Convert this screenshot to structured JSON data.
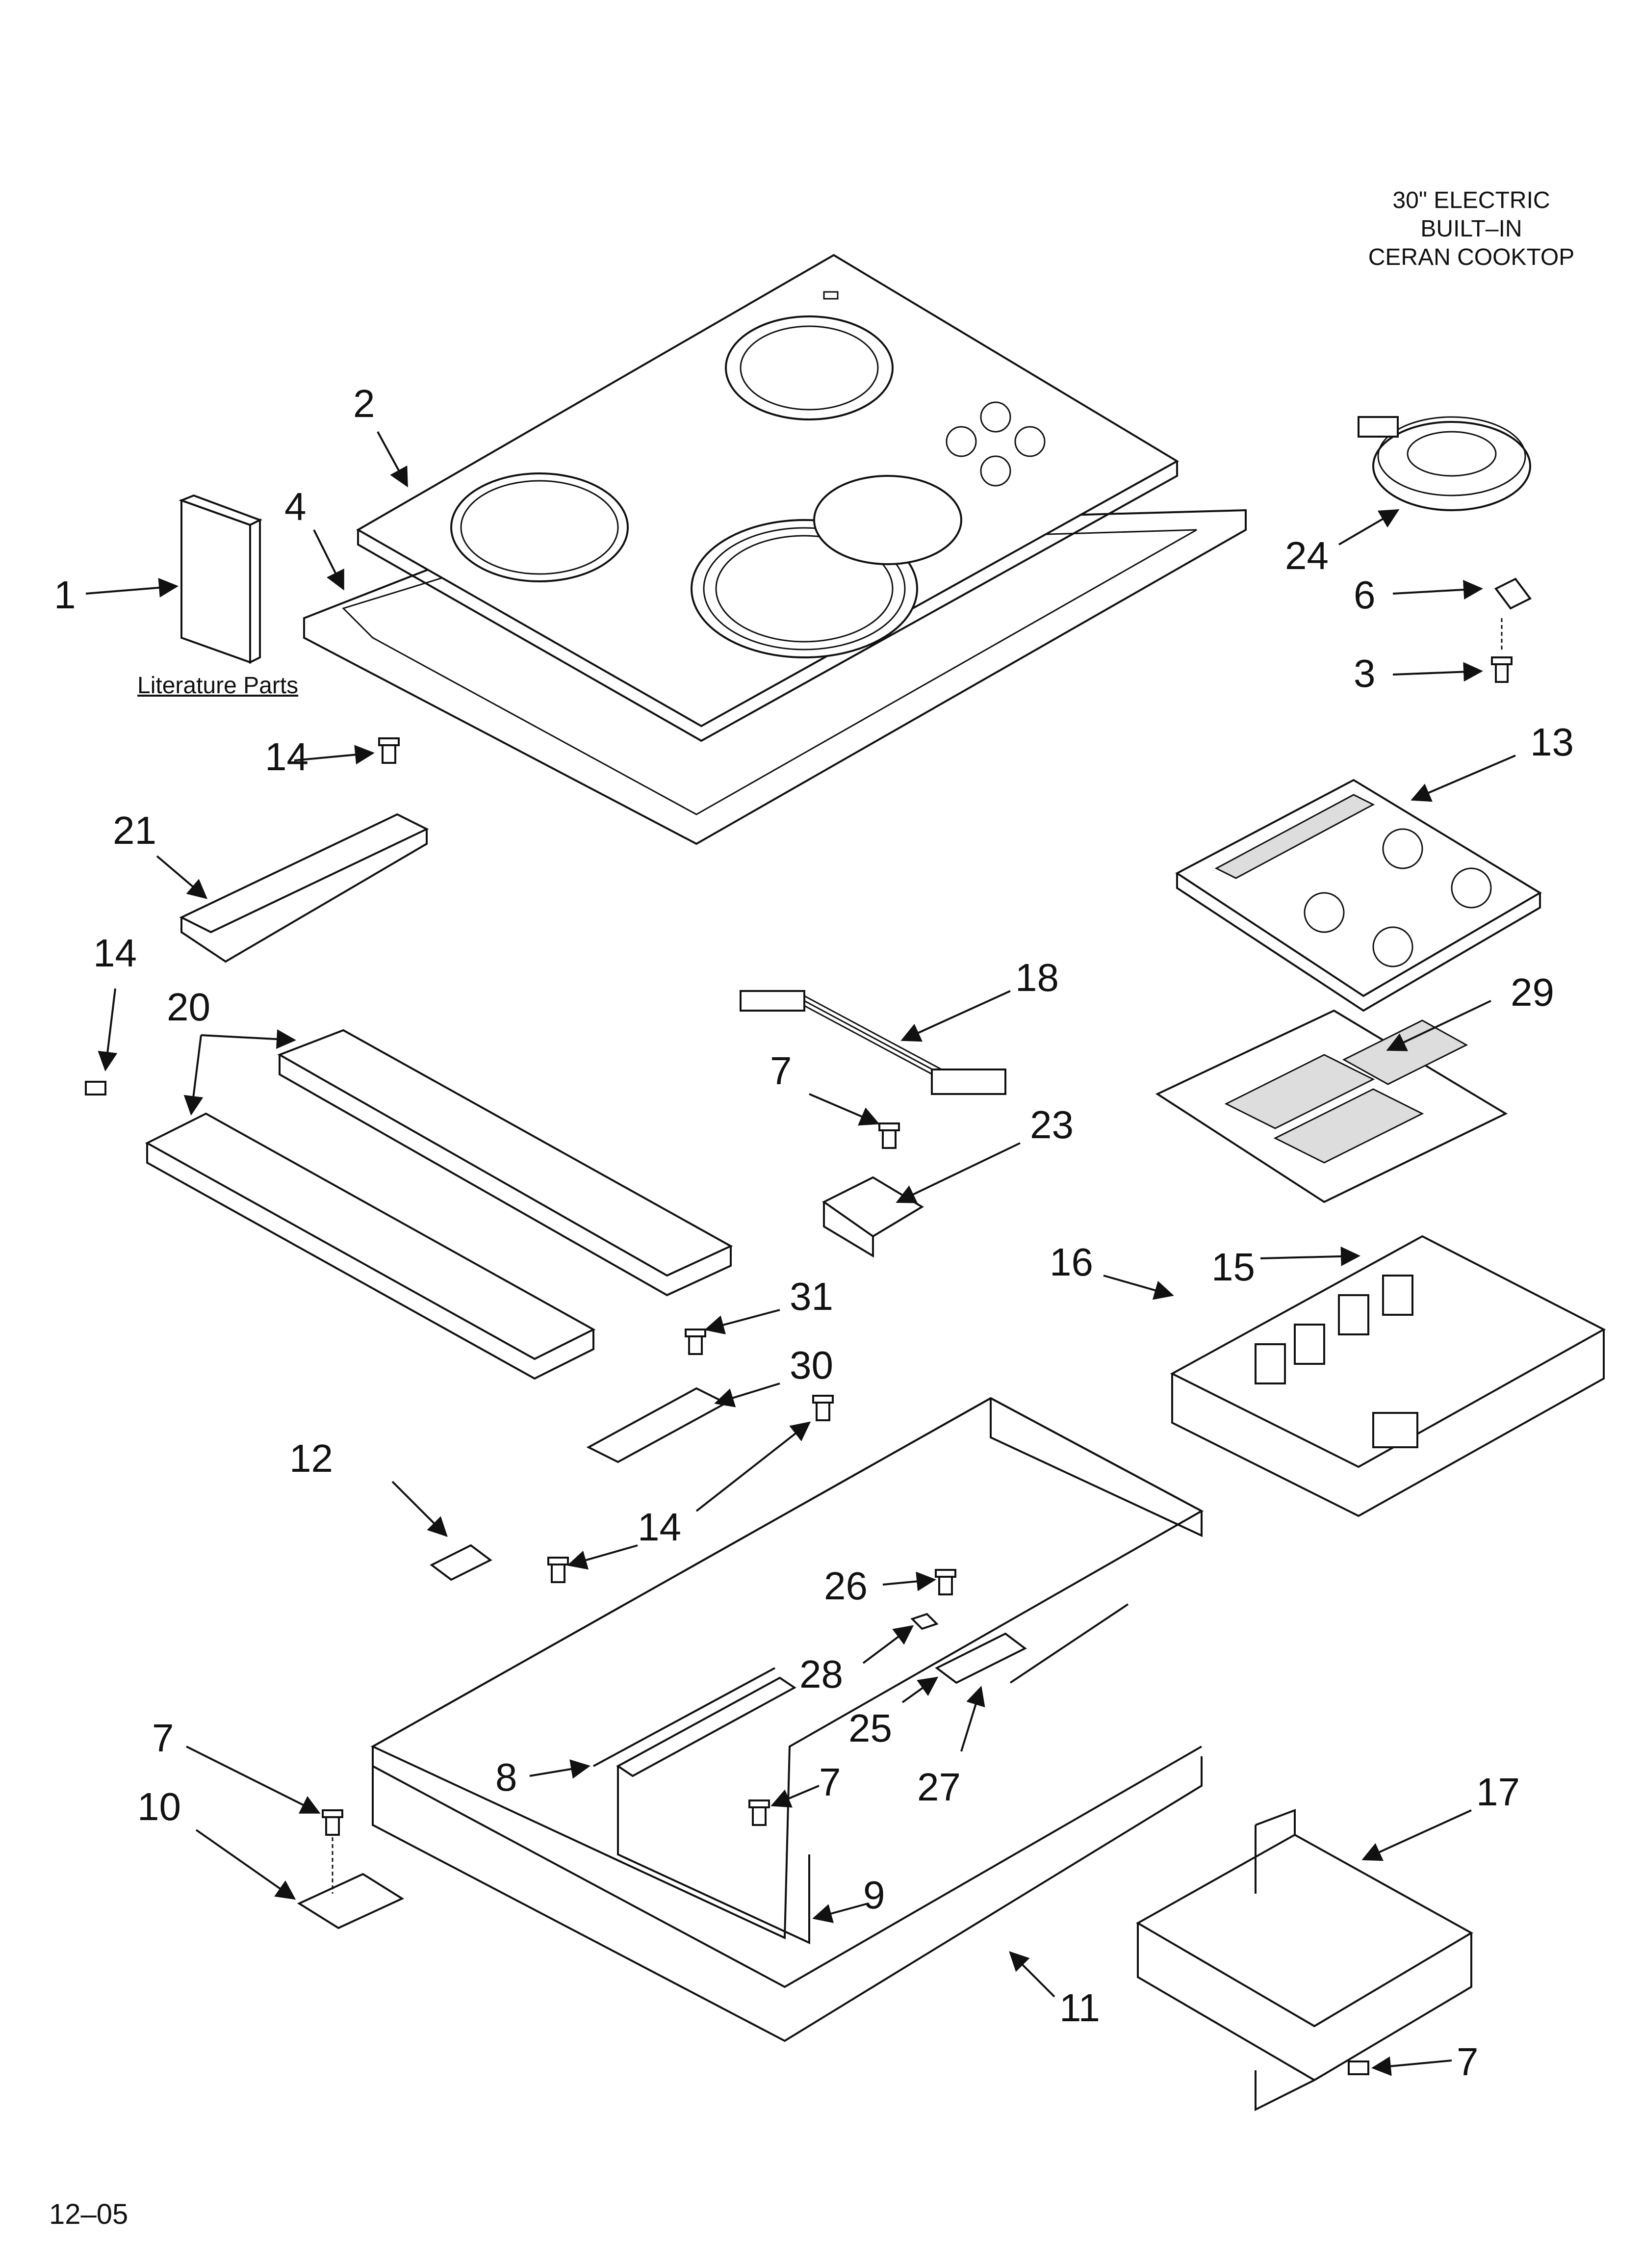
{
  "title": {
    "line1": "30\" ELECTRIC",
    "line2": "BUILT–IN",
    "line3": "CERAN COOKTOP"
  },
  "literature_label": "Literature Parts",
  "footer_code": "12–05",
  "callouts": {
    "c1": "1",
    "c2": "2",
    "c3": "3",
    "c4": "4",
    "c6": "6",
    "c7a": "7",
    "c7b": "7",
    "c7c": "7",
    "c7d": "7",
    "c8": "8",
    "c9": "9",
    "c10": "10",
    "c11": "11",
    "c12": "12",
    "c13": "13",
    "c14a": "14",
    "c14b": "14",
    "c14c": "14",
    "c15": "15",
    "c16": "16",
    "c17": "17",
    "c18": "18",
    "c20": "20",
    "c21": "21",
    "c23": "23",
    "c24": "24",
    "c25": "25",
    "c26": "26",
    "c27": "27",
    "c28": "28",
    "c29": "29",
    "c30": "30",
    "c31": "31"
  }
}
